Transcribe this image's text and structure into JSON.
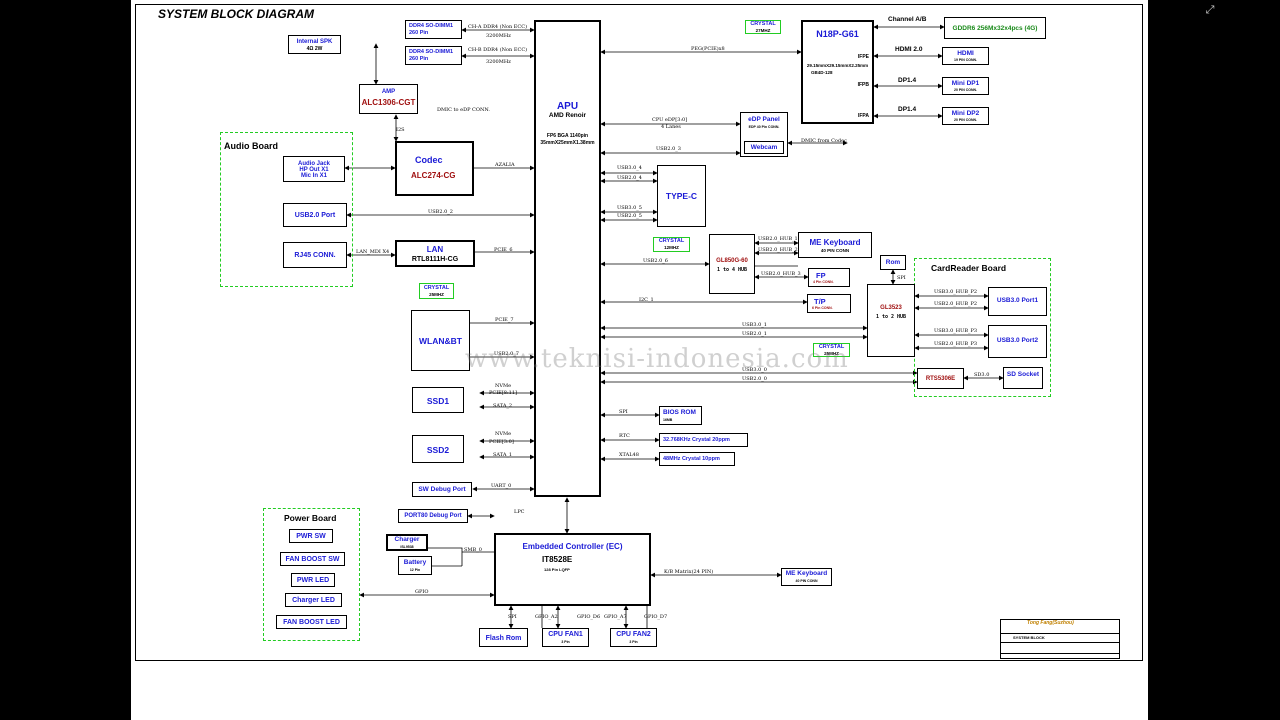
{
  "title": "SYSTEM BLOCK DIAGRAM",
  "watermark": "www.teknisi-indonesia.com",
  "corner_icon": "collapse-icon",
  "apu": {
    "name": "APU",
    "sub": "AMD Renoir",
    "pkg1": "FP6 BGA 1140pin",
    "pkg2": "35mmX25mmX1.38mm"
  },
  "dimm1": {
    "l1": "DDR4 SO-DIMM1",
    "l2": "260 Pin",
    "bus": "CH-A DDR4 (Non ECC)",
    "speed": "3200MHz"
  },
  "dimm2": {
    "l1": "DDR4 SO-DIMM1",
    "l2": "260 Pin",
    "bus": "CH-B DDR4 (Non ECC)",
    "speed": "3200MHz"
  },
  "spk": {
    "l1": "Internal SPK",
    "l2": "4Ω 2W"
  },
  "amp": {
    "l1": "AMP",
    "l2": "ALC1306-CGT"
  },
  "dmic_label": "DMIC  to eDP CONN.",
  "i2s": "I2S",
  "audio_board": {
    "title": "Audio Board",
    "jack1": "Audio Jack",
    "jack2": "HP Out X1",
    "jack3": "Mic In X1",
    "usb": "USB2.0 Port",
    "rj45": "RJ45 CONN."
  },
  "codec": {
    "l1": "Codec",
    "l2": "ALC274-CG",
    "bus": "AZALIA"
  },
  "usb2_2": "USB2.0_2",
  "lan": {
    "l1": "LAN",
    "l2": "RTL8111H-CG",
    "bus": "PCIE_6",
    "mdi": "LAN_MDI X4",
    "crystal": "CRYSTAL",
    "crystal_f": "25MHZ"
  },
  "wlan": {
    "name": "WLAN&BT",
    "bus1": "PCIE_7",
    "bus2": "USB2.0_7"
  },
  "ssd1": {
    "name": "SSD1",
    "b1": "NVMe",
    "b2": "PCIE[8:11]",
    "b3": "SATA_2"
  },
  "ssd2": {
    "name": "SSD2",
    "b1": "NVMe",
    "b2": "PCIE[3:0]",
    "b3": "SATA_1"
  },
  "debug": {
    "name": "SW Debug Port",
    "bus": "UART_0"
  },
  "peg": "PEG(PCIE)x8",
  "gpu": {
    "name": "N18P-G61",
    "crystal": "CRYSTAL",
    "crystal_f": "27MHZ",
    "chan": "Channel A/B",
    "gddr": "GDDR6 256Mx32x4pcs (4G)",
    "dim1": "29.15mmX29.15mmX2.25mm",
    "dim2": "GB4D-128",
    "ifpe": "IFPE",
    "ifpb": "IFPB",
    "ifpa": "IFPA",
    "hdmi_lbl": "HDMI 2.0",
    "dp1_lbl": "DP1.4",
    "dp2_lbl": "DP1.4"
  },
  "hdmi": {
    "l1": "HDMI",
    "l2": "19 PIN CONN."
  },
  "mdp1": {
    "l1": "Mini DP1",
    "l2": "20 PIN CONN."
  },
  "mdp2": {
    "l1": "Mini DP2",
    "l2": "20 PIN CONN."
  },
  "edp": {
    "bus1": "CPU  eDP[3:0]",
    "bus2": "4 Lanes",
    "panel": "eDP Panel",
    "panel2": "EDP 40 Pin CONN.",
    "webcam": "Webcam",
    "usb": "USB2.0_3",
    "dmic": "DMIC from Codec"
  },
  "typec": {
    "name": "TYPE-C",
    "b1": "USB3.0_4",
    "b2": "USB2.0_4",
    "b3": "USB3.0_5",
    "b4": "USB2.0_5"
  },
  "hub": {
    "crystal": "CRYSTAL",
    "crystal_f": "12MHZ",
    "l1": "GL850G-60",
    "l2": "1 to 4 HUB",
    "bus": "USB2.0_6",
    "h1": "USB2.0_HUB_1",
    "h2": "USB2.0_HUB_2",
    "h3": "USB2.0_HUB_3"
  },
  "mekb1": {
    "l1": "ME Keyboard",
    "l2": "40 PIN CONN"
  },
  "fp": {
    "l1": "FP",
    "l2": "4 Pin CONN."
  },
  "tp": {
    "l1": "T/P",
    "l2": "6 Pin CONN.",
    "bus": "I2C_1"
  },
  "cardreader": {
    "title": "CardReader Board",
    "rom": "Rom",
    "spi": "SPI",
    "gl1": "GL3523",
    "gl2": "1 to 2 HUB",
    "crystal": "CRYSTAL",
    "crystal_f": "25MHZ",
    "b1": "USB3.0_1",
    "b2": "USB2.0_1",
    "p1a": "USB3.0_HUB_P2",
    "p1b": "USB2.0_HUB_P2",
    "p2a": "USB3.0_HUB_P3",
    "p2b": "USB2.0_HUB_P3",
    "port1": "USB3.0 Port1",
    "port2": "USB3.0 Port2",
    "rb1": "USB3.0_0",
    "rb2": "USB2.0_0",
    "rts": "RTS5306E",
    "sd3": "SD3.0",
    "sd": "SD Socket"
  },
  "bios": {
    "spi": "SPI",
    "l1": "BIOS ROM",
    "l2": "16MB"
  },
  "rtc": {
    "bus": "RTC",
    "name": "32.768KHz Crystal 20ppm"
  },
  "xtal": {
    "bus": "XTAL48",
    "name": "48MHz Crystal 10ppm"
  },
  "port80": {
    "name": "PORT80 Debug Port",
    "bus": "LPC"
  },
  "ec": {
    "l1": "Embedded Controller (EC)",
    "l2": "IT8528E",
    "l3": "128 Pin LQFP",
    "gpio": "GPIO",
    "smb": "SMB_0",
    "kb": "K/B Matrix(24 PIN)",
    "spi": "SPI",
    "a2": "GPIO_A2",
    "d6": "GPIO_D6",
    "a7": "GPIO_A7",
    "d7": "GPIO_D7"
  },
  "charger": {
    "l1": "Charger",
    "l2": "ISL9538"
  },
  "battery": {
    "l1": "Battery",
    "l2": "12 Pin"
  },
  "mekb2": {
    "l1": "ME Keyboard",
    "l2": "40 PIN CONN"
  },
  "flash": "Flash Rom",
  "fan1": {
    "l1": "CPU FAN1",
    "l2": "3 Pin"
  },
  "fan2": {
    "l1": "CPU FAN2",
    "l2": "3 Pin"
  },
  "power_board": {
    "title": "Power Board",
    "i1": "PWR SW",
    "i2": "FAN BOOST SW",
    "i3": "PWR LED",
    "i4": "Charger LED",
    "i5": "FAN BOOST LED"
  },
  "titleblock": {
    "company": "Tong Fang(Suzhou)",
    "doc": "SYSTEM BLOCK"
  }
}
